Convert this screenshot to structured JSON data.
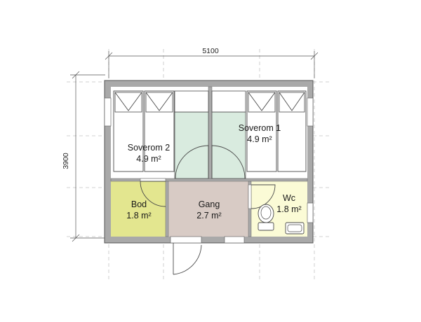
{
  "plan": {
    "dimensions": {
      "width": "5100",
      "height": "3900"
    },
    "rooms": {
      "soverom2": {
        "name": "Soverom 2",
        "area": "4.9 m²",
        "color": "#ffffff"
      },
      "soverom1": {
        "name": "Soverom 1",
        "area": "4.9 m²",
        "color": "#ffffff"
      },
      "bod": {
        "name": "Bod",
        "area": "1.8 m²",
        "color": "#e3e68f"
      },
      "gang": {
        "name": "Gang",
        "area": "2.7 m²",
        "color": "#d8cbc5"
      },
      "wc": {
        "name": "Wc",
        "area": "1.8 m²",
        "color": "#fbfbd6"
      }
    },
    "colors": {
      "wall": "#a9a9a9",
      "closet_fill": "#d9ebdf",
      "bed_fill": "#ffffff"
    }
  }
}
